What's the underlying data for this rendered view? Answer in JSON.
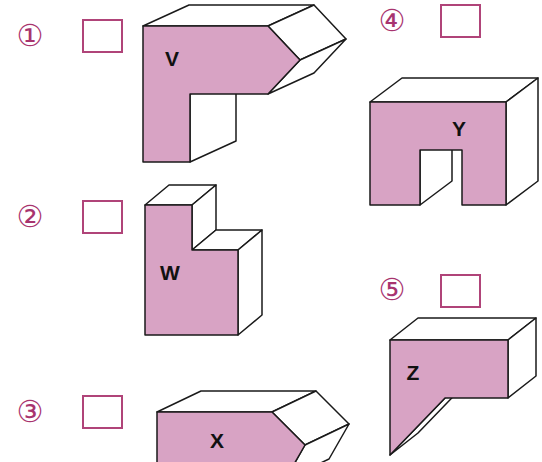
{
  "diagram": {
    "nodes": [
      {
        "text": [
          "V"
        ]
      },
      {
        "text": [
          "W"
        ]
      },
      {
        "text": [
          "X"
        ]
      },
      {
        "text": [
          "Y"
        ]
      },
      {
        "text": [
          "Z"
        ]
      }
    ],
    "labels": [
      "①",
      "②",
      "③",
      "④",
      "⑤"
    ]
  }
}
